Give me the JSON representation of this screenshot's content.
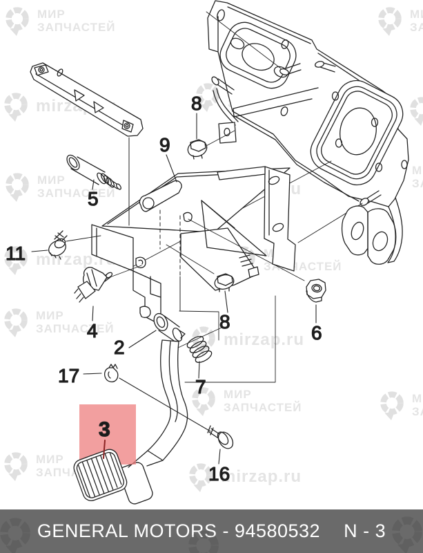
{
  "watermark": {
    "brand_line1": "МИР",
    "brand_line2": "ЗАПЧАСТЕЙ",
    "url": "mirzap.ru",
    "icon": "map-pin-gear-icon",
    "color": "#e4e4e4"
  },
  "callouts": {
    "2": "2",
    "3": "3",
    "4": "4",
    "5": "5",
    "6": "6",
    "7": "7",
    "8": "8",
    "9": "9",
    "11": "11",
    "16": "16",
    "17": "17"
  },
  "highlight": {
    "highlighted_part": "3",
    "box_color": "#ee8484",
    "box_opacity": "0.78",
    "label_color": "#8b2323"
  },
  "footer": {
    "title": "GENERAL MOTORS - 94580532",
    "page_ref": "N - 3",
    "bg_color": "#6a6a6a",
    "text_color": "#ffffff"
  }
}
